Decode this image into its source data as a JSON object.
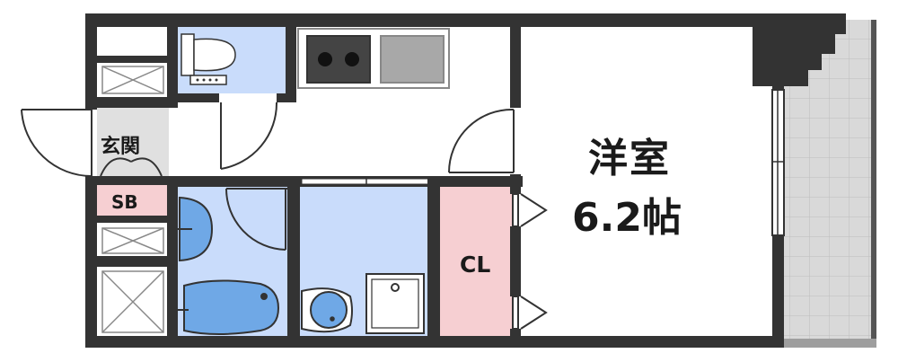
{
  "floorplan": {
    "room_name": "洋室",
    "room_size": "6.2帖",
    "closet_label": "CL",
    "shoe_box_label": "SB",
    "entrance_label": "玄関"
  },
  "colors": {
    "wall": "#333333",
    "wet_area": "#c9dcfb",
    "closet": "#f6cfd2",
    "shoe_box": "#f6cfd2",
    "balcony": "#d8d8d8",
    "fixture": "#6fa8e6"
  }
}
